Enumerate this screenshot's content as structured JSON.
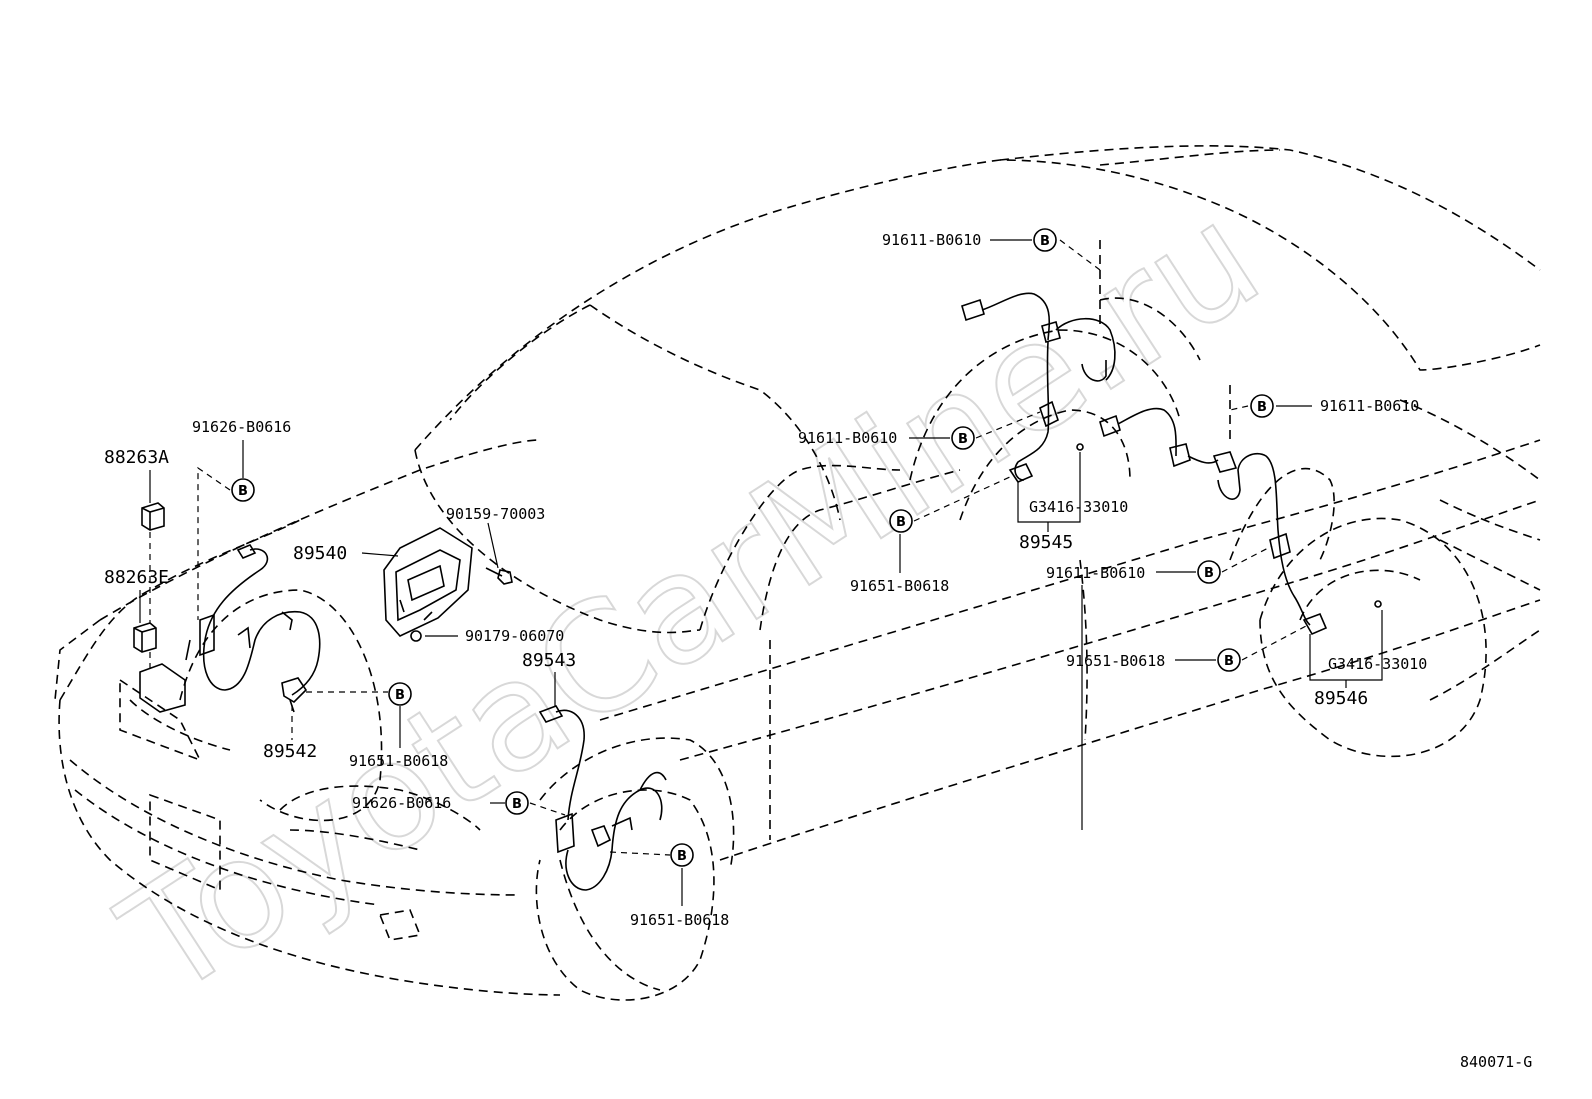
{
  "watermark": "ToyotaCarMine.ru",
  "figure_id": "840071-G",
  "bolt_symbol": "B",
  "labels": {
    "p88263A": "88263A",
    "p88263E": "88263E",
    "p91626_top": "91626-B0616",
    "p89540": "89540",
    "p90159": "90159-70003",
    "p90179": "90179-06070",
    "p89543": "89543",
    "p89542": "89542",
    "p91651_fl": "91651-B0618",
    "p91626_bot": "91626-B0616",
    "p91651_fr": "91651-B0618",
    "p91611_top": "91611-B0610",
    "p91611_mid": "91611-B0610",
    "p91651_rl": "91651-B0618",
    "pG3416_rl": "G3416-33010",
    "p89545": "89545",
    "p91611_right": "91611-B0610",
    "p91611_low": "91611-B0610",
    "p91651_rr": "91651-B0618",
    "pG3416_rr": "G3416-33010",
    "p89546": "89546"
  }
}
